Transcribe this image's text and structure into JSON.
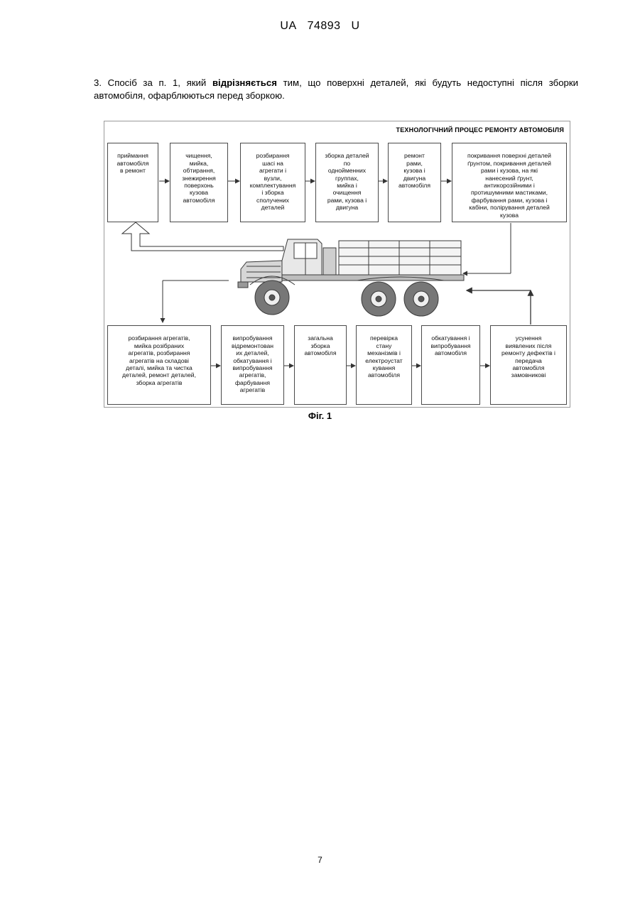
{
  "header": {
    "office": "UA",
    "number": "74893",
    "kind": "U"
  },
  "claim": {
    "before": "3. Спосіб за п. 1, який ",
    "bold": "відрізняється",
    "after": " тим, що поверхні деталей, які будуть недоступні після зборки автомобіля, офарблюються перед зборкою."
  },
  "figure": {
    "title": "ТЕХНОЛОГІЧНИЙ ПРОЦЕС РЕМОНТУ АВТОМОБІЛЯ",
    "top_steps": [
      "приймання\nавтомобіля\nв ремонт",
      "чищення,\nмийка,\nобтирання,\nзнежирення\nповерхонь\nкузова\nавтомобіля",
      "розбирання\nшасі на\nагрегати і\nвузли,\nкомплектування\nі зборка\nсполучених\nдеталей",
      "зборка деталей\nпо\nоднойменних\nгруппах,\nмийка і\nочищення\nрами, кузова і\nдвигуна",
      "ремонт\nрами,\nкузова і\nдвигуна\nавтомобіля",
      "покривання поверхні деталей\nґрунтом, покривання деталей\nрами і кузова, на які\nнанесений ґрунт,\nантикорозійними і\nпротишумними мастиками,\nфарбування рами, кузова і\nкабіни, полірування деталей\nкузова"
    ],
    "bottom_steps": [
      "розбирання агрегатів,\nмийка розібраних\nагрегатів, розбирання\nагрегатів на складові\nдеталі, мийка та чистка\nдеталей, ремонт деталей,\nзборка агрегатів",
      "випробування\nвідремонтован\nих деталей,\nобкатування і\nвипробування\nагрегатів,\nфарбування\nагрегатів",
      "загальна\nзборка\nавтомобіля",
      "перевірка\nстану\nмеханізмів і\nелектроустат\nкування\nавтомобіля",
      "обкатування і\nвипробування\nавтомобіля",
      "усунення\nвиявлених після\nремонту дефектів і\nпередача\nавтомобіля\nзамовникові"
    ],
    "colors": {
      "line": "#333333",
      "truck": "#3a3a3a"
    }
  },
  "caption": "Фіг. 1",
  "page_number": "7"
}
